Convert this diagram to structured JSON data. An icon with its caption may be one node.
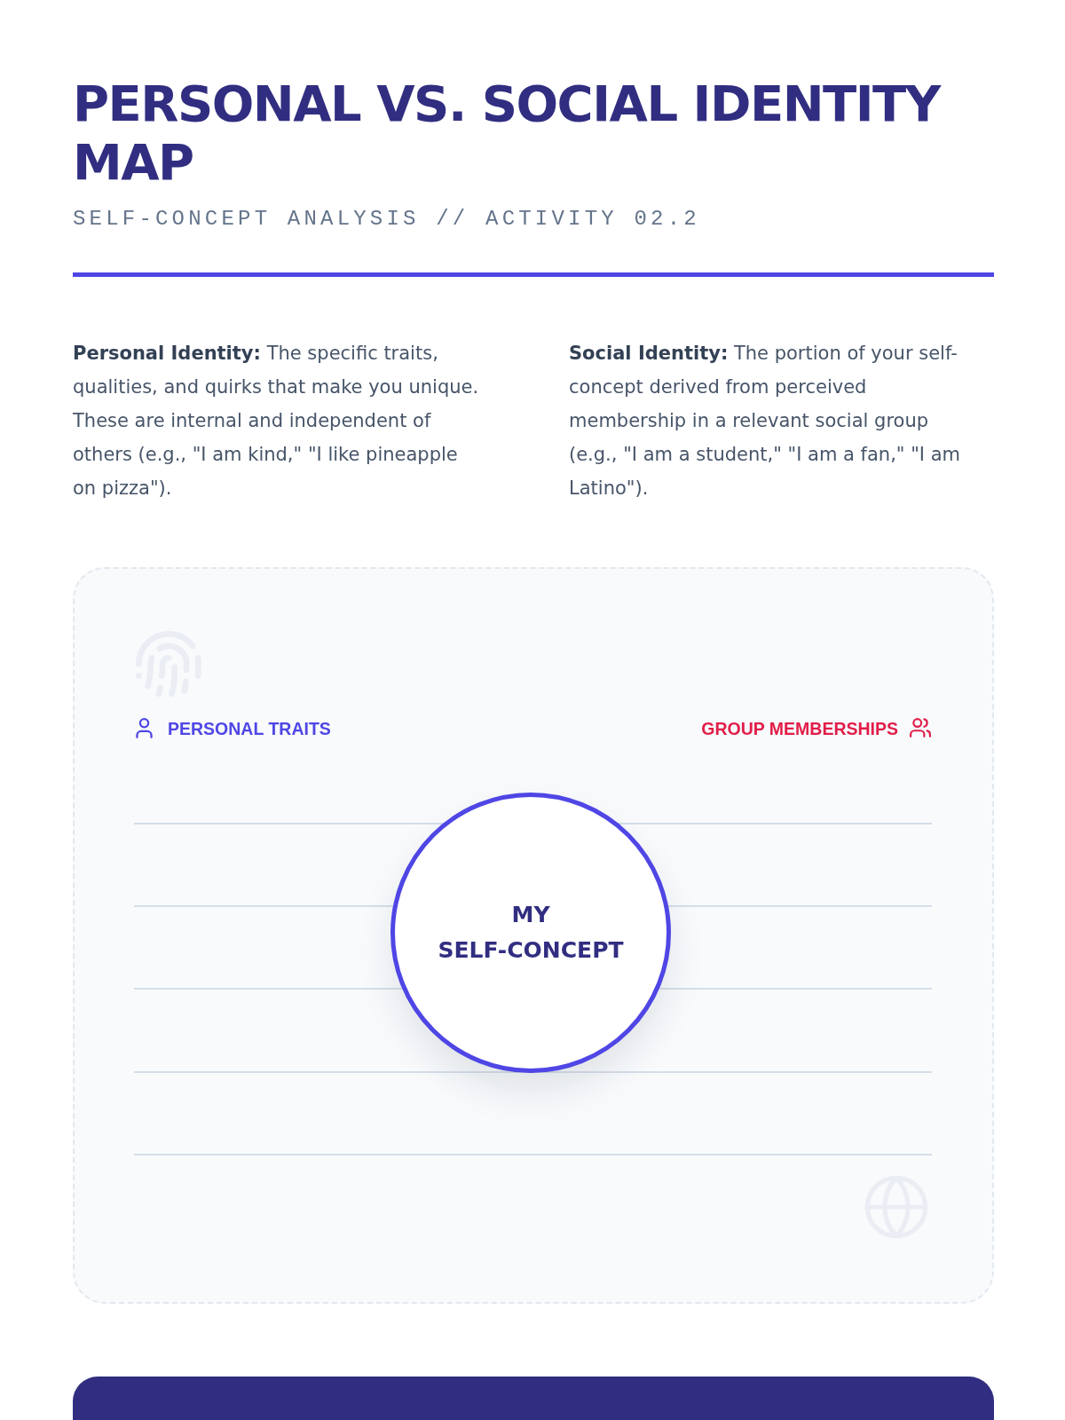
{
  "diagram": {
    "title": "PERSONAL VS. SOCIAL IDENTITY MAP",
    "nodes": [
      {
        "text": [
          "PERSONAL TRAITS",
          "GROUP MEMBERSHIPS"
        ]
      },
      {
        "text": [
          "MY SELF-CONCEPT"
        ],
        "in": 0
      }
    ],
    "labels": [
      "SELF-CONCEPT ANALYSIS // ACTIVITY 02.2",
      "**Personal Identity:** The specific traits, qualities, and quirks that make you unique. These are internal and independent of others (e.g., \"I am kind,\" \"I like pineapple on pizza\").",
      "**Social Identity:** The portion of your self-concept derived from perceived membership in a relevant social group (e.g., \"I am a student,\" \"I am a fan,\" \"I am Latino\")."
    ]
  }
}
